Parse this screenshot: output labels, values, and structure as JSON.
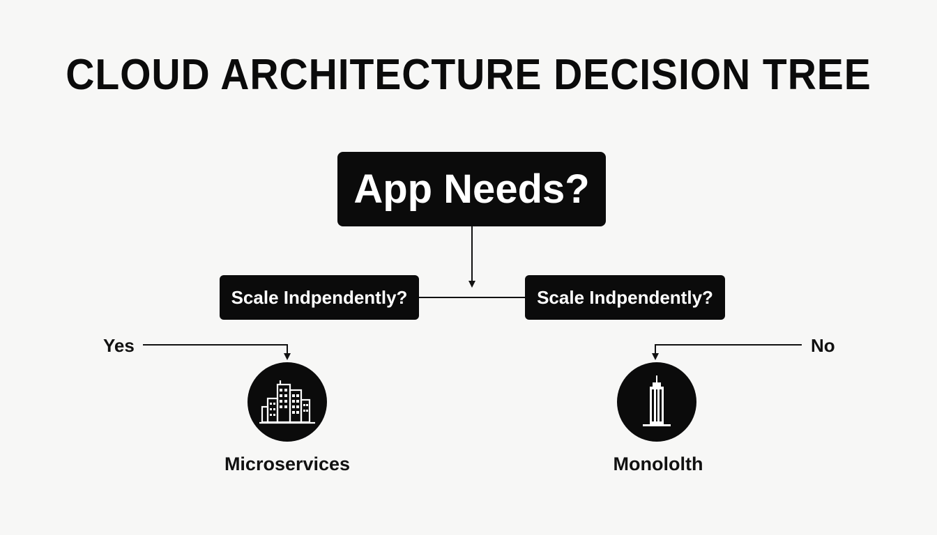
{
  "title": "CLOUD ARCHITECTURE DECISION TREE",
  "root": {
    "label": "App Needs?"
  },
  "questions": [
    {
      "label": "Scale Indpendently?"
    },
    {
      "label": "Scale Indpendently?"
    }
  ],
  "branches": {
    "yes": "Yes",
    "no": "No"
  },
  "outcomes": [
    {
      "label": "Microservices",
      "icon": "city-buildings-icon"
    },
    {
      "label": "Monololth",
      "icon": "skyscraper-icon"
    }
  ],
  "colors": {
    "node": "#0b0b0b",
    "node_text": "#ffffff",
    "background": "#f7f7f6",
    "line": "#111111"
  }
}
